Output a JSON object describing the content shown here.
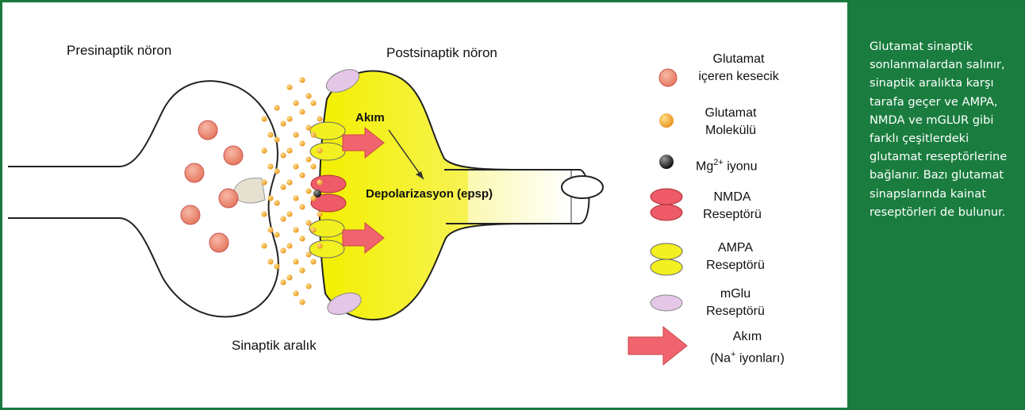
{
  "labels": {
    "presynaptic": "Presinaptik nöron",
    "postsynaptic": "Postsinaptik nöron",
    "synaptic_cleft": "Sinaptik aralık",
    "current": "Akım",
    "depolarization": "Depolarizasyon (epsp)"
  },
  "legend": {
    "vesicle_line1": "Glutamat",
    "vesicle_line2": "içeren kesecik",
    "molecule_line1": "Glutamat",
    "molecule_line2": "Molekülü",
    "mg_prefix": "Mg",
    "mg_sup": "2+",
    "mg_suffix": " iyonu",
    "nmda_line1": "NMDA",
    "nmda_line2": "Reseptörü",
    "ampa_line1": "AMPA",
    "ampa_line2": "Reseptörü",
    "mglu_line1": "mGlu",
    "mglu_line2": "Reseptörü",
    "current_line1": "Akım",
    "current_prefix": "(Na",
    "current_sup": "+",
    "current_suffix": " iyonları)"
  },
  "side_note": "Glutamat sinaptik sonlanmalardan salınır, sinaptik aralıkta karşı tarafa geçer ve AMPA, NMDA ve mGLUR gibi farklı çeşitlerdeki glutamat reseptörlerine bağlanır. Bazı glutamat sinapslarında kainat reseptörleri de bulunur.",
  "colors": {
    "border": "#1a7a3e",
    "panel": "#1a7d3f",
    "vesicle": "#ee8f78",
    "molecule": "#f0a030",
    "magnesium": "#333333",
    "nmda": "#ee5a68",
    "ampa": "#f2f020",
    "mglu": "#e4c6e6",
    "postsynaptic_fill": "#f4f200",
    "arrow": "#f06470"
  }
}
